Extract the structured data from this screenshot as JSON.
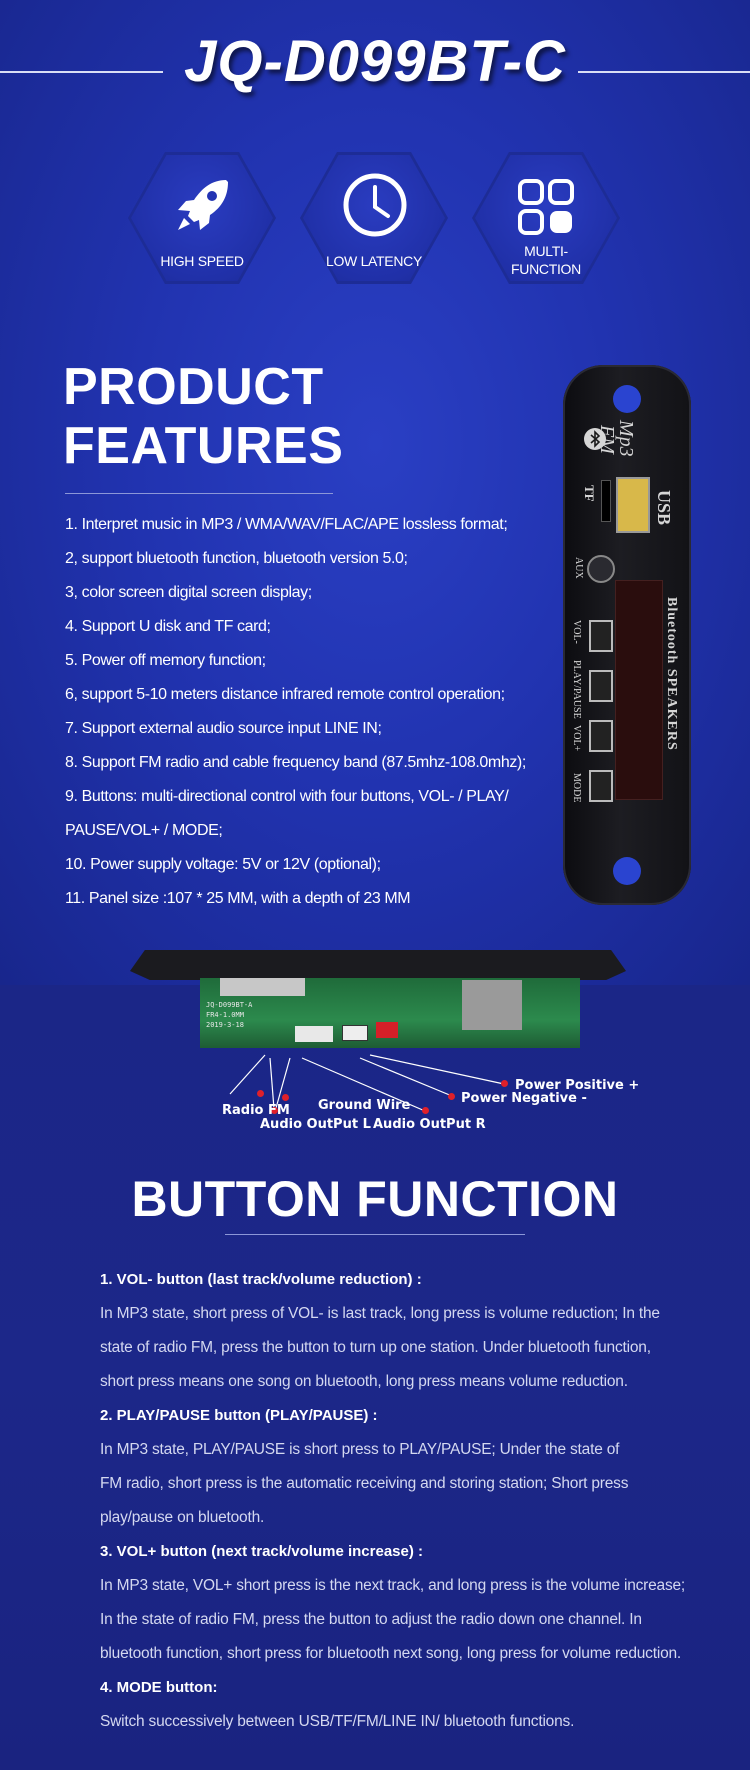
{
  "header": {
    "title": "JQ-D099BT-C"
  },
  "badges": [
    {
      "icon": "rocket-icon",
      "label_lines": [
        "HIGH SPEED"
      ]
    },
    {
      "icon": "clock-icon",
      "label_lines": [
        "LOW LATENCY"
      ]
    },
    {
      "icon": "grid-icon",
      "label_lines": [
        "MULTI-",
        "FUNCTION"
      ]
    }
  ],
  "product_features": {
    "title_lines": [
      "PRODUCT",
      "FEATURES"
    ],
    "items": [
      "1. Interpret music in MP3 / WMA/WAV/FLAC/APE lossless format;",
      "2, support bluetooth function, bluetooth version 5.0;",
      "3, color screen digital screen display;",
      "4. Support U disk and TF card;",
      "5. Power off memory function;",
      "6, support 5-10 meters distance infrared remote control operation;",
      "7. Support external audio source input LINE IN;",
      "8. Support FM radio and cable frequency band (87.5mhz-108.0mhz);",
      "9. Buttons: multi-directional control with four buttons, VOL- / PLAY/",
      "PAUSE/VOL+ / MODE;",
      "10. Power supply voltage: 5V or 12V (optional);",
      "11. Panel size :107 * 25 MM, with a depth of 23 MM"
    ]
  },
  "panel": {
    "brand_lines": [
      "Mp3",
      "FM"
    ],
    "usb": "USB",
    "tf": "TF",
    "aux": "AUX",
    "screen_label": "Bluetooth SPEAKERS",
    "buttons": [
      "VOL-",
      "PLAY/PAUSE",
      "VOL+",
      "MODE"
    ]
  },
  "board": {
    "silkscreen": [
      "JQ-D099BT-A",
      "FR4-1.0MM",
      "2019-3-18"
    ],
    "callouts": {
      "radio_fm": "Radio FM",
      "ground": "Ground Wire",
      "audio_l": "Audio OutPut L",
      "audio_r": "Audio OutPut R",
      "power_pos": "Power Positive +",
      "power_neg": "Power Negative -"
    }
  },
  "button_function": {
    "title": "BUTTON FUNCTION",
    "sections": [
      {
        "heading": "1. VOL- button (last track/volume reduction) :",
        "lines": [
          "In MP3 state, short press of VOL- is last track, long press is volume reduction; In the",
          "state of radio FM, press the button to turn up one station. Under bluetooth function,",
          "short press means one song on bluetooth, long press means volume reduction."
        ]
      },
      {
        "heading": "2. PLAY/PAUSE button (PLAY/PAUSE) :",
        "lines": [
          "In MP3 state, PLAY/PAUSE is short press to PLAY/PAUSE; Under the state of",
          "FM radio, short press is the automatic receiving and storing station; Short press",
          "play/pause on bluetooth."
        ]
      },
      {
        "heading": "3. VOL+ button (next track/volume increase) :",
        "lines": [
          "In MP3 state, VOL+ short press is the next track, and long press is the volume increase;",
          "In the state of radio FM, press the button to adjust the radio down one channel. In",
          "bluetooth function, short press for bluetooth next song, long press for volume reduction."
        ]
      },
      {
        "heading": "4. MODE button:",
        "lines": [
          "Switch successively between USB/TF/FM/LINE IN/ bluetooth functions."
        ]
      }
    ]
  }
}
